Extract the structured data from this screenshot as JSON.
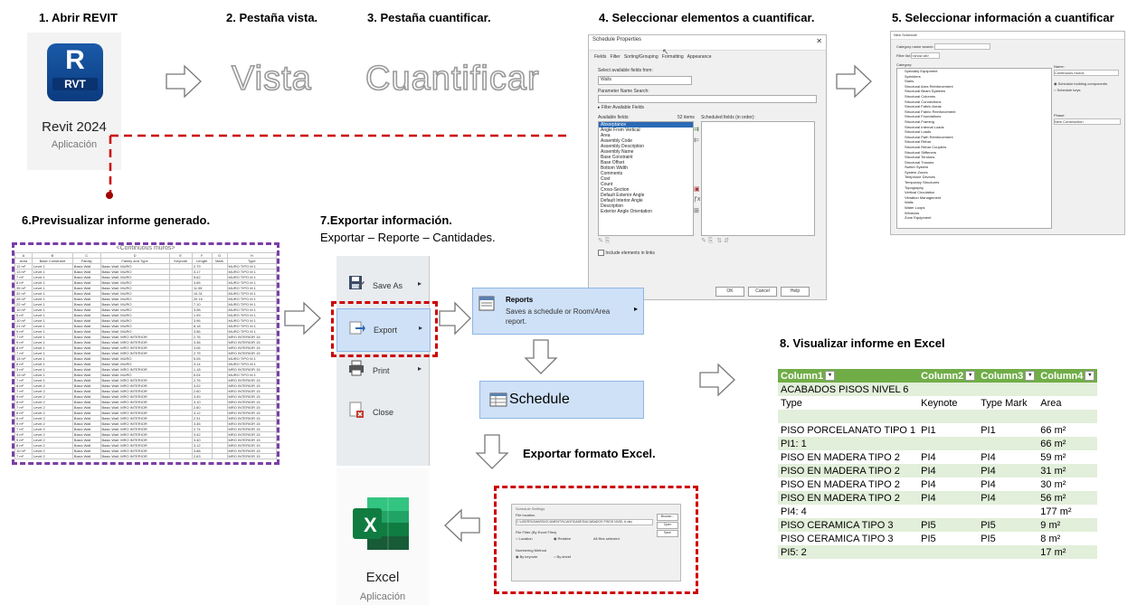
{
  "steps": {
    "s1": "1. Abrir REVIT",
    "s2": "2. Pestaña vista.",
    "s3": "3. Pestaña cuantificar.",
    "s4": "4. Seleccionar elementos a cuantificar.",
    "s5": "5. Seleccionar información a cuantificar",
    "s6": "6.Previsualizar informe generado.",
    "s7": "7.Exportar información.",
    "s7_sub": "Exportar – Reporte – Cantidades.",
    "s8": "8. Visualizar informe en Excel",
    "export_excel": "Exportar formato Excel."
  },
  "revit": {
    "icon_letter": "R",
    "icon_tag": "RVT",
    "name": "Revit 2024",
    "kind": "Aplicación"
  },
  "words": {
    "vista": "Vista",
    "cuantificar": "Cuantificar"
  },
  "schedule_props": {
    "title": "Schedule Properties",
    "tabs": [
      "Fields",
      "Filter",
      "Sorting/Grouping",
      "Formatting",
      "Appearance"
    ],
    "select_label": "Select available fields from:",
    "select_value": "Walls",
    "param_search": "Parameter Name Search:",
    "filter_label": "Filter Available Fields",
    "available_label": "Available fields:",
    "count": "52 items",
    "scheduled_label": "Scheduled fields (in order):",
    "fields": [
      "Absorptance",
      "Angle From Vertical",
      "Area",
      "Assembly Code",
      "Assembly Description",
      "Assembly Name",
      "Base Constraint",
      "Base Offset",
      "Bottom Width",
      "Comments",
      "Cost",
      "Count",
      "Cross-Section",
      "Default Exterior Angle",
      "Default Interior Angle",
      "Description",
      "Exterior Angle Orientation"
    ],
    "include_links": "Include elements in links",
    "ok": "OK",
    "cancel": "Cancel",
    "help": "Help"
  },
  "new_schedule": {
    "title": "New Schedule",
    "category_search": "Category name search:",
    "filter_list": "Filter list:",
    "filter_value": "<show all>",
    "category_label": "Category:",
    "categories": [
      "Specialty Equipment",
      "Sprinklers",
      "Stairs",
      "Structural Area Reinforcement",
      "Structural Beam Systems",
      "Structural Columns",
      "Structural Connections",
      "Structural Fabric Areas",
      "Structural Fabric Reinforcement",
      "Structural Foundations",
      "Structural Framing",
      "Structural Internal Loads",
      "Structural Loads",
      "Structural Path Reinforcement",
      "Structural Rebar",
      "Structural Rebar Couplers",
      "Structural Stiffeners",
      "Structural Tendons",
      "Structural Trusses",
      "Switch System",
      "System Zones",
      "Telephone Devices",
      "Temporary Structures",
      "Topography",
      "Vertical Circulation",
      "Vibration Management",
      "Walls",
      "Water Loops",
      "Windows",
      "Zone Equipment"
    ],
    "name_label": "Name:",
    "name_value": "Continuous muros",
    "opt1": "Schedule building components",
    "opt2": "Schedule keys",
    "phase_label": "Phase:",
    "phase_value": "New Construction"
  },
  "preview": {
    "title": "<Continuous muros>",
    "letters": [
      "A",
      "B",
      "C",
      "D",
      "E",
      "F",
      "G",
      "H"
    ],
    "headers": [
      "Area",
      "Base Constraint",
      "Family",
      "Family and Type",
      "Keynote",
      "Length",
      "Mark",
      "Type"
    ],
    "rows": [
      [
        "12 m²",
        "Level 1",
        "Basic Wall",
        "Basic Wall: MURO",
        "",
        "2.79",
        "",
        "MURO TIPO M 1"
      ],
      [
        "13 m²",
        "Level 1",
        "Basic Wall",
        "Basic Wall: MURO",
        "",
        "3.17",
        "",
        "MURO TIPO M 1"
      ],
      [
        "7 m²",
        "Level 1",
        "Basic Wall",
        "Basic Wall: MURO",
        "",
        "5.62",
        "",
        "MURO TIPO M 1"
      ],
      [
        "8 m²",
        "Level 1",
        "Basic Wall",
        "Basic Wall: MURO",
        "",
        "3.65",
        "",
        "MURO TIPO M 1"
      ],
      [
        "35 m²",
        "Level 1",
        "Basic Wall",
        "Basic Wall: MURO",
        "",
        "11.55",
        "",
        "MURO TIPO M 1"
      ],
      [
        "32 m²",
        "Level 1",
        "Basic Wall",
        "Basic Wall: MURO",
        "",
        "10.31",
        "",
        "MURO TIPO M 1"
      ],
      [
        "28 m²",
        "Level 1",
        "Basic Wall",
        "Basic Wall: MURO",
        "",
        "20.16",
        "",
        "MURO TIPO M 1"
      ],
      [
        "22 m²",
        "Level 1",
        "Basic Wall",
        "Basic Wall: MURO",
        "",
        "7.10",
        "",
        "MURO TIPO M 1"
      ],
      [
        "10 m²",
        "Level 1",
        "Basic Wall",
        "Basic Wall: MURO",
        "",
        "3.98",
        "",
        "MURO TIPO M 1"
      ],
      [
        "5 m²",
        "Level 1",
        "Basic Wall",
        "Basic Wall: MURO",
        "",
        "1.99",
        "",
        "MURO TIPO M 1"
      ],
      [
        "10 m²",
        "Level 1",
        "Basic Wall",
        "Basic Wall: MURO",
        "",
        "3.96",
        "",
        "MURO TIPO M 1"
      ],
      [
        "21 m²",
        "Level 1",
        "Basic Wall",
        "Basic Wall: MURO",
        "",
        "8.18",
        "",
        "MURO TIPO M 1"
      ],
      [
        "9 m²",
        "Level 1",
        "Basic Wall",
        "Basic Wall: MURO",
        "",
        "3.56",
        "",
        "MURO TIPO M 1"
      ],
      [
        "7 m²",
        "Level 1",
        "Basic Wall",
        "Basic Wall: MRO INTERIOR",
        "",
        "2.76",
        "",
        "MRO INTERIOR 15"
      ],
      [
        "9 m²",
        "Level 1",
        "Basic Wall",
        "Basic Wall: MRO INTERIOR",
        "",
        "3.36",
        "",
        "MRO INTERIOR 15"
      ],
      [
        "8 m²",
        "Level 1",
        "Basic Wall",
        "Basic Wall: MRO INTERIOR",
        "",
        "3.06",
        "",
        "MRO INTERIOR 15"
      ],
      [
        "7 m²",
        "Level 1",
        "Basic Wall",
        "Basic Wall: MRO INTERIOR",
        "",
        "2.75",
        "",
        "MRO INTERIOR 15"
      ],
      [
        "13 m²",
        "Level 1",
        "Basic Wall",
        "Basic Wall: MURO",
        "",
        "5.05",
        "",
        "MURO TIPO M 1"
      ],
      [
        "8 m²",
        "Level 1",
        "Basic Wall",
        "Basic Wall: MURO",
        "",
        "3.14",
        "",
        "MURO TIPO M 1"
      ],
      [
        "3 m²",
        "Level 1",
        "Basic Wall",
        "Basic Wall: MRO INTERIOR",
        "",
        "1.18",
        "",
        "MRO INTERIOR 15"
      ],
      [
        "13 m²",
        "Level 1",
        "Basic Wall",
        "Basic Wall: MURO",
        "",
        "5.04",
        "",
        "MURO TIPO M 1"
      ],
      [
        "7 m²",
        "Level 1",
        "Basic Wall",
        "Basic Wall: MRO INTERIOR",
        "",
        "2.76",
        "",
        "MRO INTERIOR 15"
      ],
      [
        "8 m²",
        "Level 2",
        "Basic Wall",
        "Basic Wall: MRO INTERIOR",
        "",
        "3.02",
        "",
        "MRO INTERIOR 15"
      ],
      [
        "7 m²",
        "Level 2",
        "Basic Wall",
        "Basic Wall: MRO INTERIOR",
        "",
        "2.60",
        "",
        "MRO INTERIOR 15"
      ],
      [
        "9 m²",
        "Level 2",
        "Basic Wall",
        "Basic Wall: MRO INTERIOR",
        "",
        "3.49",
        "",
        "MRO INTERIOR 15"
      ],
      [
        "8 m²",
        "Level 2",
        "Basic Wall",
        "Basic Wall: MRO INTERIOR",
        "",
        "3.10",
        "",
        "MRO INTERIOR 15"
      ],
      [
        "7 m²",
        "Level 2",
        "Basic Wall",
        "Basic Wall: MRO INTERIOR",
        "",
        "2.60",
        "",
        "MRO INTERIOR 15"
      ],
      [
        "8 m²",
        "Level 2",
        "Basic Wall",
        "Basic Wall: MRO INTERIOR",
        "",
        "3.12",
        "",
        "MRO INTERIOR 15"
      ],
      [
        "6 m²",
        "Level 2",
        "Basic Wall",
        "Basic Wall: MRO INTERIOR",
        "",
        "2.31",
        "",
        "MRO INTERIOR 15"
      ],
      [
        "9 m²",
        "Level 2",
        "Basic Wall",
        "Basic Wall: MRO INTERIOR",
        "",
        "3.46",
        "",
        "MRO INTERIOR 15"
      ],
      [
        "7 m²",
        "Level 2",
        "Basic Wall",
        "Basic Wall: MRO INTERIOR",
        "",
        "2.74",
        "",
        "MRO INTERIOR 15"
      ],
      [
        "9 m²",
        "Level 2",
        "Basic Wall",
        "Basic Wall: MRO INTERIOR",
        "",
        "3.42",
        "",
        "MRO INTERIOR 15"
      ],
      [
        "9 m²",
        "Level 2",
        "Basic Wall",
        "Basic Wall: MRO INTERIOR",
        "",
        "3.40",
        "",
        "MRO INTERIOR 15"
      ],
      [
        "8 m²",
        "Level 2",
        "Basic Wall",
        "Basic Wall: MRO INTERIOR",
        "",
        "3.12",
        "",
        "MRO INTERIOR 15"
      ],
      [
        "10 m²",
        "Level 2",
        "Basic Wall",
        "Basic Wall: MRO INTERIOR",
        "",
        "3.88",
        "",
        "MRO INTERIOR 15"
      ],
      [
        "7 m²",
        "Level 2",
        "Basic Wall",
        "Basic Wall: MRO INTERIOR",
        "",
        "2.63",
        "",
        "MRO INTERIOR 15"
      ]
    ]
  },
  "file_menu": {
    "save_as": "Save As",
    "export": "Export",
    "print": "Print",
    "close": "Close"
  },
  "reports": {
    "title": "Reports",
    "desc": "Saves a schedule or Room/Area report."
  },
  "schedule_btn": "Schedule",
  "export_dialog": {
    "title": "Schedule Settings",
    "file_location": "File location",
    "path": "C:\\USERS\\OMAR\\DOCUMENTS\\CANTIDADES\\ACABADOS PISOS NIVEL 6.xlsx",
    "browse": "Browse...",
    "open": "Open",
    "save": "Save",
    "file_filter": "File Filter (By Excel Files)",
    "opt_location": "Location",
    "opt_relative": "Relative",
    "opt_all": "All files selected",
    "numbering": "Numbering Method",
    "by_keynote": "By keynote",
    "by_sheet": "By sheet"
  },
  "excel_app": {
    "letter": "X",
    "name": "Excel",
    "kind": "Aplicación"
  },
  "excel_table": {
    "headers": [
      "Column1",
      "Column2",
      "Column3",
      "Column4"
    ],
    "rows": [
      [
        "ACABADOS PISOS NIVEL 6",
        "",
        "",
        ""
      ],
      [
        "Type",
        "Keynote",
        "Type Mark",
        "Area"
      ],
      [
        "",
        "",
        "",
        ""
      ],
      [
        "PISO PORCELANATO TIPO 1",
        "PI1",
        "PI1",
        "66 m²"
      ],
      [
        "PI1: 1",
        "",
        "",
        "66 m²"
      ],
      [
        "PISO EN MADERA TIPO 2",
        "PI4",
        "PI4",
        "59 m²"
      ],
      [
        "PISO EN MADERA TIPO 2",
        "PI4",
        "PI4",
        "31 m²"
      ],
      [
        "PISO EN MADERA TIPO 2",
        "PI4",
        "PI4",
        "30 m²"
      ],
      [
        "PISO EN MADERA TIPO 2",
        "PI4",
        "PI4",
        "56 m²"
      ],
      [
        "PI4: 4",
        "",
        "",
        "177 m²"
      ],
      [
        "PISO CERAMICA TIPO 3",
        "PI5",
        "PI5",
        "9 m²"
      ],
      [
        "PISO CERAMICA TIPO 3",
        "PI5",
        "PI5",
        "8 m²"
      ],
      [
        "PI5: 2",
        "",
        "",
        "17 m²"
      ]
    ]
  },
  "colors": {
    "revit_blue": "#1a5aa8",
    "excel_green": "#70ad47",
    "excel_band": "#e2efda",
    "dash_red": "#cc0000",
    "dash_purple": "#7a3ea8"
  }
}
